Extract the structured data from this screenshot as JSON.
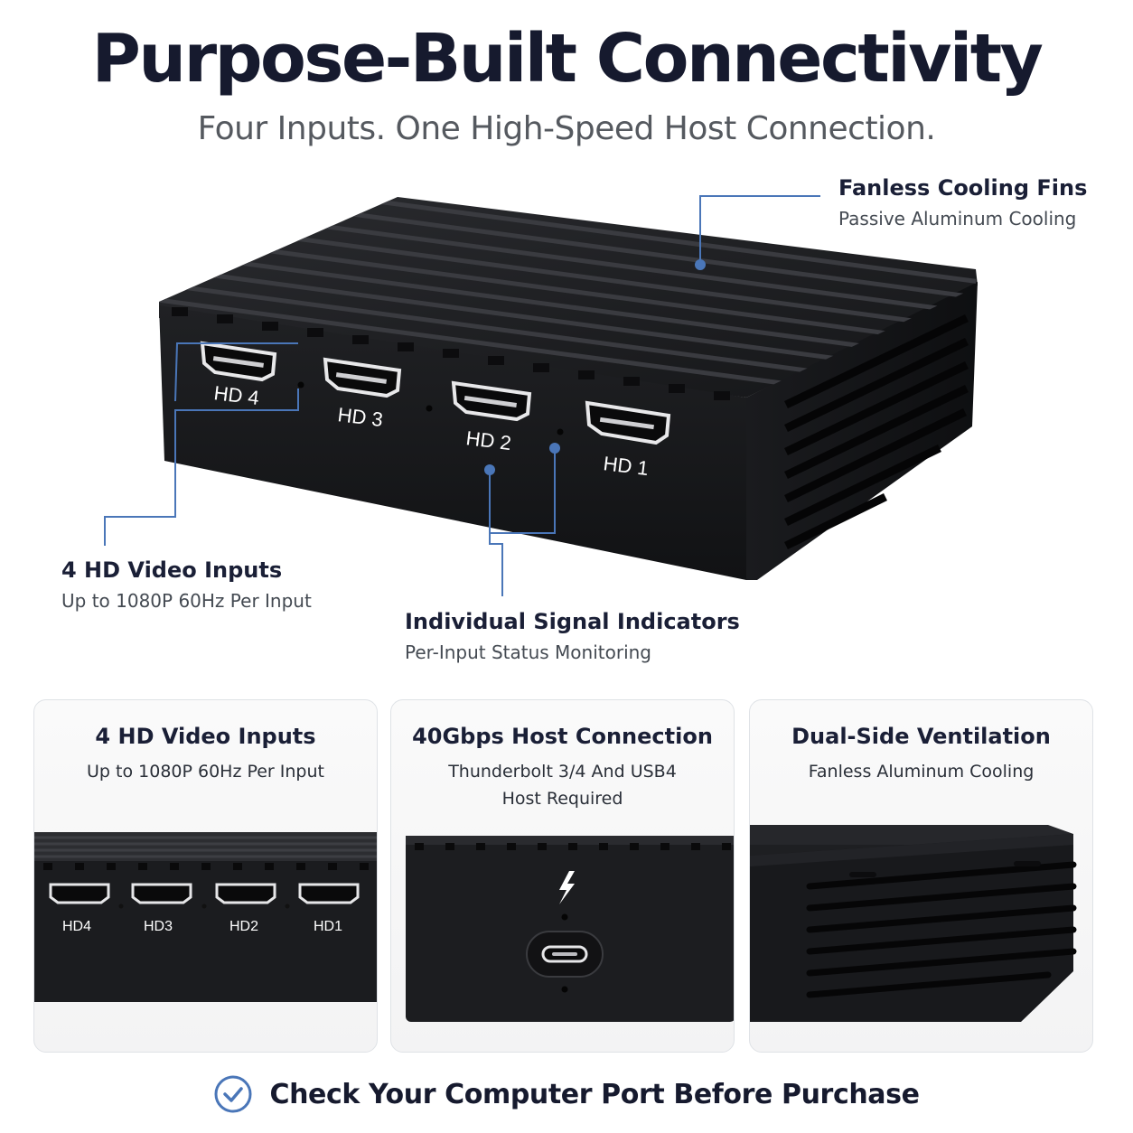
{
  "header": {
    "title": "Purpose-Built Connectivity",
    "subtitle": "Four Inputs. One High-Speed Host Connection."
  },
  "device": {
    "ports": [
      "HD 4",
      "HD 3",
      "HD 2",
      "HD 1"
    ]
  },
  "callouts": {
    "cooling": {
      "title": "Fanless Cooling Fins",
      "subtitle": "Passive Aluminum Cooling"
    },
    "inputs": {
      "title": "4 HD Video Inputs",
      "subtitle": "Up to 1080P 60Hz Per Input"
    },
    "indicators": {
      "title": "Individual Signal Indicators",
      "subtitle": "Per-Input Status Monitoring"
    }
  },
  "cards": [
    {
      "title": "4 HD Video Inputs",
      "subtitle": "Up to 1080P 60Hz Per Input",
      "ports": [
        "HD4",
        "HD3",
        "HD2",
        "HD1"
      ]
    },
    {
      "title": "40Gbps Host Connection",
      "subtitle_line1": "Thunderbolt 3/4 And USB4",
      "subtitle_line2": "Host Required",
      "icons": [
        "thunderbolt-icon",
        "usb-c-port-icon"
      ]
    },
    {
      "title": "Dual-Side Ventilation",
      "subtitle": "Fanless Aluminum Cooling"
    }
  ],
  "footer": {
    "text": "Check Your Computer Port Before Purchase",
    "icon": "check-circle-icon"
  },
  "colors": {
    "accent": "#4a76b8",
    "device": "#1d1e21",
    "title": "#161a2e"
  }
}
